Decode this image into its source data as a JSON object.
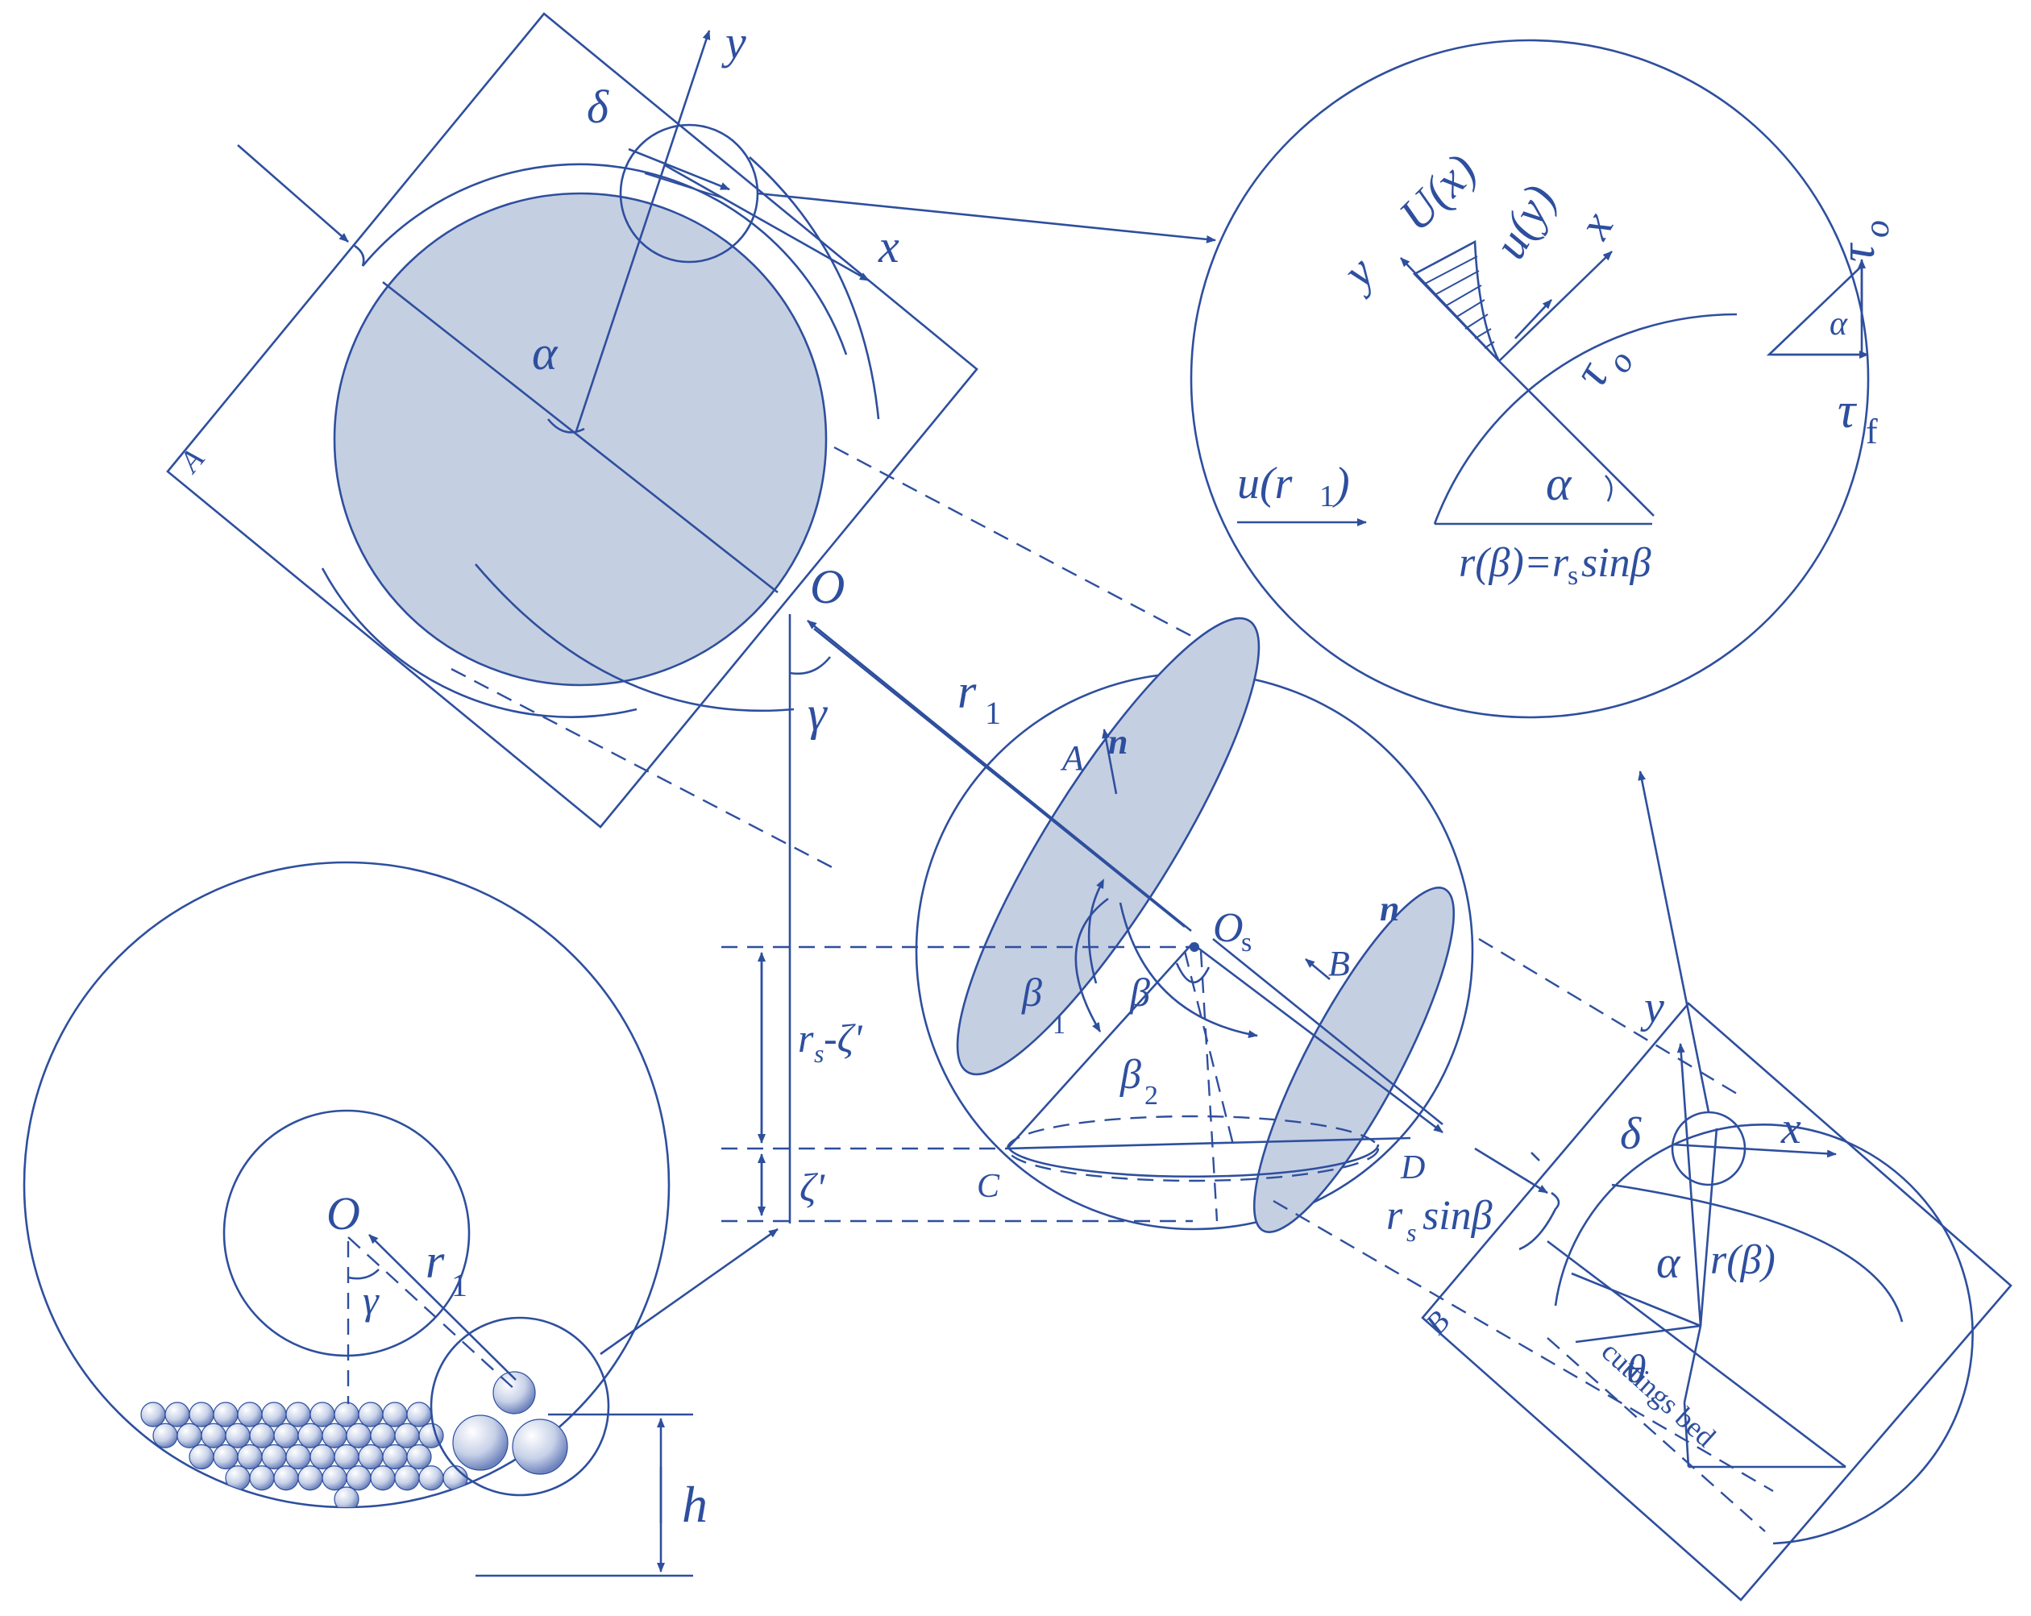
{
  "labels": {
    "panelA": {
      "frame": "A",
      "y": "y",
      "x": "x",
      "delta": "δ",
      "alpha": "α"
    },
    "detail": {
      "y": "y",
      "Ux": "U(x)",
      "uy": "u(y)",
      "x": "x",
      "tau0_main": "τ",
      "tau0_sub": "o",
      "tau0b_main": "τ",
      "tau0b_sub": "o",
      "alpha_small": "α",
      "tauf_main": "τ",
      "tauf_sub": "f",
      "ur1": "u(r",
      "ur1_sub": "1",
      "ur1_close": ")",
      "alpha": "α",
      "formula_a": "r(β)=r",
      "formula_sub": "s",
      "formula_b": "sinβ"
    },
    "center": {
      "O": "O",
      "gamma": "γ",
      "r1": "r",
      "r1_sub": "1",
      "nA": "n",
      "A": "A",
      "Os": "O",
      "Os_sub": "s",
      "nB": "n",
      "B": "B",
      "beta_left": "β",
      "beta_right": "β",
      "one": "1",
      "beta2": "β",
      "beta2_sub": "2",
      "rs_zeta": "r",
      "rs_sub": "s",
      "rs_zeta_tail": " -ζ'",
      "zeta": "ζ'",
      "C": "C",
      "D": "D",
      "rs_sin": "r",
      "rs_sin_sub": "s",
      "rs_sin_tail": "sinβ"
    },
    "panelB": {
      "frame": "B",
      "y": "y",
      "x": "x",
      "delta": "δ",
      "alpha": "α",
      "rbeta": "r(β)",
      "theta": "θ",
      "bed": "cuttings bed"
    },
    "section": {
      "O": "O",
      "r1": "r",
      "r1_sub": "1",
      "gamma": "γ",
      "h": "h"
    }
  },
  "colors": {
    "line": "#2e4f9e",
    "fill": "#c5cfe2"
  }
}
